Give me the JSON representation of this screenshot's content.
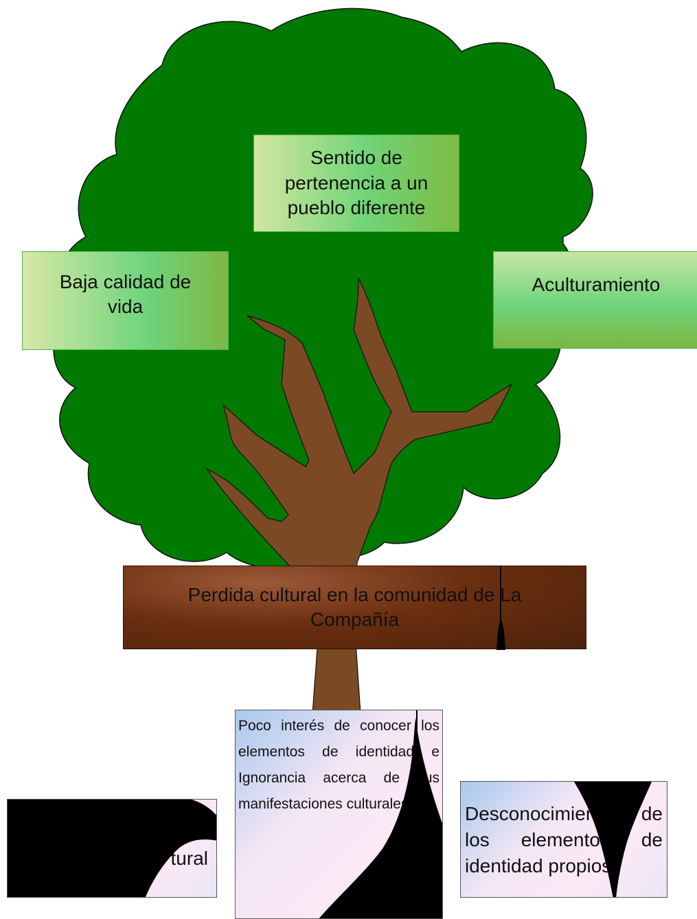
{
  "crown_nodes": {
    "top": "Sentido de pertenencia a un pueblo diferente",
    "left": "Baja calidad de vida",
    "right": "Aculturamiento"
  },
  "trunk_node": "Perdida cultural en la comunidad de La Compañía",
  "root_nodes": {
    "center": "Poco interés de conocer los elementos de identidad e Ignorancia acerca de sus manifestaciones culturales",
    "left": "tural",
    "right": "Desconocimiento de los elementos de identidad propios"
  },
  "colors": {
    "foliage": "#007a00",
    "trunk": "#7b4a25",
    "outline": "#000000"
  }
}
